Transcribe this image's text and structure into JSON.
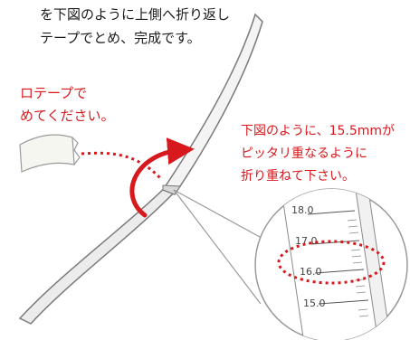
{
  "instructions": {
    "line1": "を下図のように上側へ折り返し",
    "line2": "テープでとめ、完成です。"
  },
  "tape_note": {
    "line1": "ロテープで",
    "line2": "めてください。"
  },
  "overlap_note": {
    "line1": "下図のように、15.5mmが",
    "line2": "ピッタリ重なるように",
    "line3": "折り重ねて下さい。"
  },
  "ruler_ticks": [
    "18.0",
    "17.0",
    "16.0",
    "15.0"
  ],
  "colors": {
    "accent_red": "#d7191e",
    "text": "#1a1a1a",
    "band_fill": "#ececec",
    "band_stroke": "#7a7a7a"
  }
}
